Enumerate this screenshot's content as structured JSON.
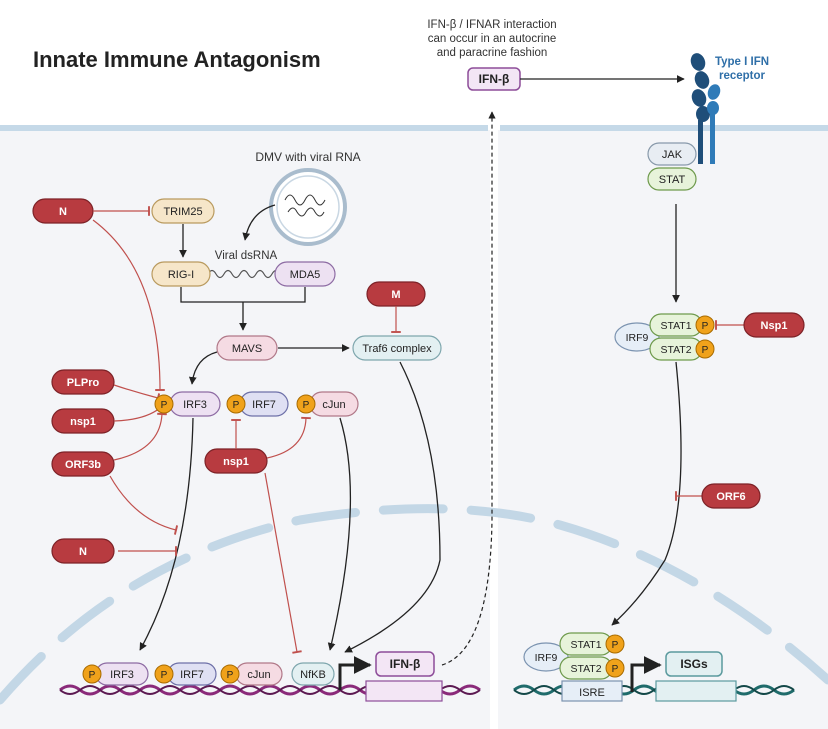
{
  "title": "Innate Immune Antagonism",
  "ifn_note": [
    "IFN-β / IFNAR interaction",
    "can occur in an autocrine",
    "and paracrine fashion"
  ],
  "receptor_label": [
    "Type I IFN",
    "receptor"
  ],
  "dmv_label": "DMV with viral RNA",
  "dsrna_label": "Viral dsRNA",
  "nodes": {
    "n_top": "N",
    "trim25": "TRIM25",
    "rigi": "RIG-I",
    "mda5": "MDA5",
    "m": "M",
    "mavs": "MAVS",
    "traf6": "Traf6 complex",
    "plpro": "PLPro",
    "nsp1_left": "nsp1",
    "orf3b": "ORF3b",
    "nsp1_mid": "nsp1",
    "n_bottom": "N",
    "irf3": "IRF3",
    "irf7": "IRF7",
    "cjun": "cJun",
    "ifnb_top": "IFN-β",
    "jak": "JAK",
    "stat": "STAT",
    "stat1": "STAT1",
    "stat2": "STAT2",
    "irf9": "IRF9",
    "nsp1_right": "Nsp1",
    "orf6": "ORF6",
    "p": "P"
  },
  "nucleus": {
    "irf3": "IRF3",
    "irf7": "IRF7",
    "cjun": "cJun",
    "nfkb": "NfKB",
    "ifnb": "IFN-β",
    "irf9": "IRF9",
    "stat1": "STAT1",
    "stat2": "STAT2",
    "isre": "ISRE",
    "isgs": "ISGs"
  },
  "colors": {
    "viral_protein": "#b83b40",
    "inhibition_line": "#c0504d",
    "phospho": "#f0a21b",
    "membrane": "#c5d9e8",
    "cell_bg": "#f4f5f8",
    "dna_left": "#8a2a7a",
    "dna_right": "#1f6b6b",
    "receptor": "#1f4e79"
  }
}
